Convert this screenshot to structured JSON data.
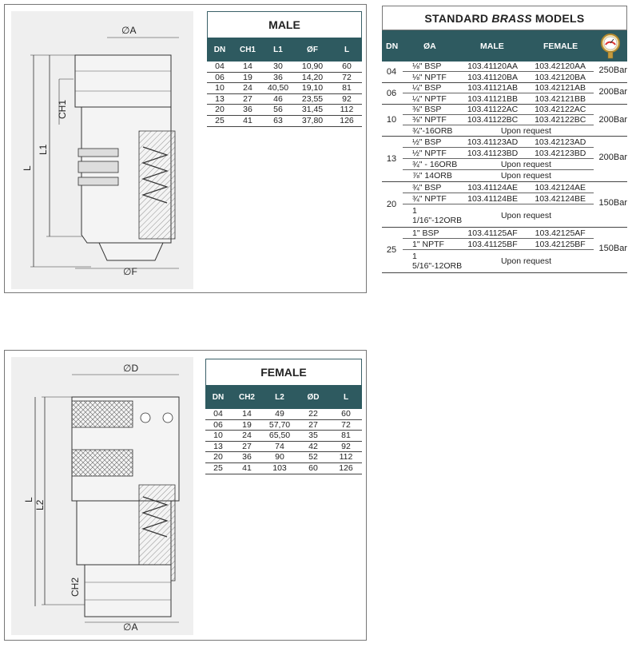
{
  "male": {
    "title": "MALE",
    "headers": [
      "DN",
      "CH1",
      "L1",
      "ØF",
      "L"
    ],
    "rows": [
      [
        "04",
        "14",
        "30",
        "10,90",
        "60"
      ],
      [
        "06",
        "19",
        "36",
        "14,20",
        "72"
      ],
      [
        "10",
        "24",
        "40,50",
        "19,10",
        "81"
      ],
      [
        "13",
        "27",
        "46",
        "23,55",
        "92"
      ],
      [
        "20",
        "36",
        "56",
        "31,45",
        "112"
      ],
      [
        "25",
        "41",
        "63",
        "37,80",
        "126"
      ]
    ],
    "drawing_labels": {
      "a": "∅A",
      "f": "∅F",
      "ch1": "CH1",
      "l1": "L1",
      "l": "L"
    }
  },
  "female": {
    "title": "FEMALE",
    "headers": [
      "DN",
      "CH2",
      "L2",
      "ØD",
      "L"
    ],
    "rows": [
      [
        "04",
        "14",
        "49",
        "22",
        "60"
      ],
      [
        "06",
        "19",
        "57,70",
        "27",
        "72"
      ],
      [
        "10",
        "24",
        "65,50",
        "35",
        "81"
      ],
      [
        "13",
        "27",
        "74",
        "42",
        "92"
      ],
      [
        "20",
        "36",
        "90",
        "52",
        "112"
      ],
      [
        "25",
        "41",
        "103",
        "60",
        "126"
      ]
    ],
    "drawing_labels": {
      "d": "∅D",
      "a": "∅A",
      "ch2": "CH2",
      "l2": "L2",
      "l": "L"
    }
  },
  "standard": {
    "title_prefix": "STANDARD",
    "title_brand": "BRASS",
    "title_suffix": "MODELS",
    "headers": {
      "dn": "DN",
      "a": "ØA",
      "male": "MALE",
      "female": "FEMALE"
    },
    "gauge_icon": "pressure-gauge-icon",
    "groups": [
      {
        "dn": "04",
        "pressure": "250Bar",
        "rows": [
          {
            "a": "⅛\" BSP",
            "male": "103.41120AA",
            "female": "103.42120AA"
          },
          {
            "a": "⅛\" NPTF",
            "male": "103.41120BA",
            "female": "103.42120BA"
          }
        ]
      },
      {
        "dn": "06",
        "pressure": "200Bar",
        "rows": [
          {
            "a": "¼\" BSP",
            "male": "103.41121AB",
            "female": "103.42121AB"
          },
          {
            "a": "¼\" NPTF",
            "male": "103.41121BB",
            "female": "103.42121BB"
          }
        ]
      },
      {
        "dn": "10",
        "pressure": "200Bar",
        "rows": [
          {
            "a": "⅜\" BSP",
            "male": "103.41122AC",
            "female": "103.42122AC"
          },
          {
            "a": "⅜\" NPTF",
            "male": "103.41122BC",
            "female": "103.42122BC"
          },
          {
            "a": "¾\"-16ORB",
            "upon": "Upon request"
          }
        ]
      },
      {
        "dn": "13",
        "pressure": "200Bar",
        "rows": [
          {
            "a": "½\" BSP",
            "male": "103.41123AD",
            "female": "103.42123AD"
          },
          {
            "a": "½\" NPTF",
            "male": "103.41123BD",
            "female": "103.42123BD"
          },
          {
            "a": "¾\" - 16ORB",
            "upon": "Upon request"
          },
          {
            "a": "⅞\" 14ORB",
            "upon": "Upon request"
          }
        ]
      },
      {
        "dn": "20",
        "pressure": "150Bar",
        "rows": [
          {
            "a": "¾\" BSP",
            "male": "103.41124AE",
            "female": "103.42124AE"
          },
          {
            "a": "¾\" NPTF",
            "male": "103.41124BE",
            "female": "103.42124BE"
          },
          {
            "a": "1 1/16\"-12ORB",
            "upon": "Upon request"
          }
        ]
      },
      {
        "dn": "25",
        "pressure": "150Bar",
        "rows": [
          {
            "a": "1\" BSP",
            "male": "103.41125AF",
            "female": "103.42125AF"
          },
          {
            "a": "1\" NPTF",
            "male": "103.41125BF",
            "female": "103.42125BF"
          },
          {
            "a": "1 5/16\"-12ORB",
            "upon": "Upon request"
          }
        ]
      }
    ]
  }
}
